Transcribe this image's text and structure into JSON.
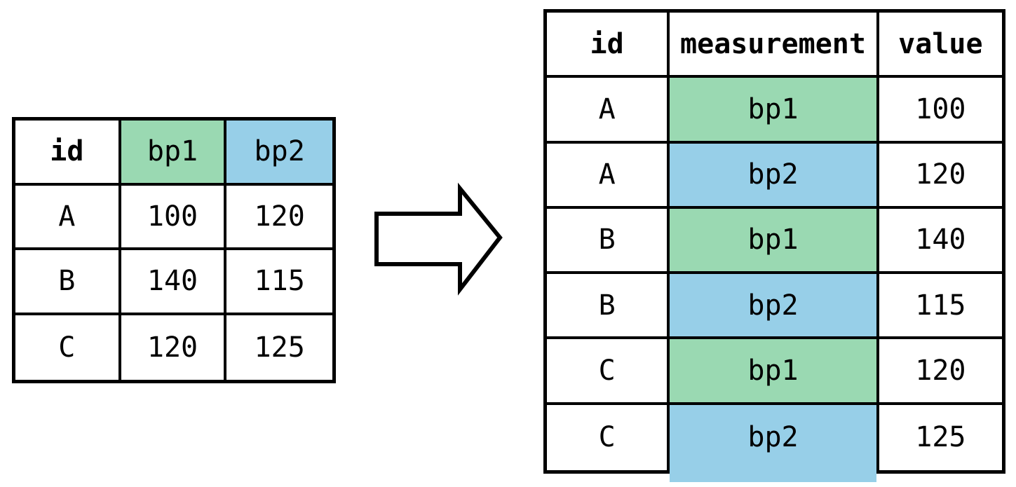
{
  "colors": {
    "bp1_green": "#9ad9b2",
    "bp2_blue": "#97cfe8",
    "line_black": "#000000",
    "background_white": "#ffffff"
  },
  "wide_table": {
    "header": {
      "id": "id",
      "bp1": "bp1",
      "bp2": "bp2"
    },
    "rows": [
      [
        "A",
        "100",
        "120"
      ],
      [
        "B",
        "140",
        "115"
      ],
      [
        "C",
        "120",
        "125"
      ]
    ]
  },
  "long_table": {
    "header": {
      "id": "id",
      "measurement": "measurement",
      "value": "value"
    },
    "rows": [
      {
        "id": "A",
        "measurement": "bp1",
        "value": "100",
        "color": "bp1_green"
      },
      {
        "id": "A",
        "measurement": "bp2",
        "value": "120",
        "color": "bp2_blue"
      },
      {
        "id": "B",
        "measurement": "bp1",
        "value": "140",
        "color": "bp1_green"
      },
      {
        "id": "B",
        "measurement": "bp2",
        "value": "115",
        "color": "bp2_blue"
      },
      {
        "id": "C",
        "measurement": "bp1",
        "value": "120",
        "color": "bp1_green"
      },
      {
        "id": "C",
        "measurement": "bp2",
        "value": "125",
        "color": "bp2_blue"
      }
    ]
  },
  "arrow": {
    "direction": "right"
  }
}
